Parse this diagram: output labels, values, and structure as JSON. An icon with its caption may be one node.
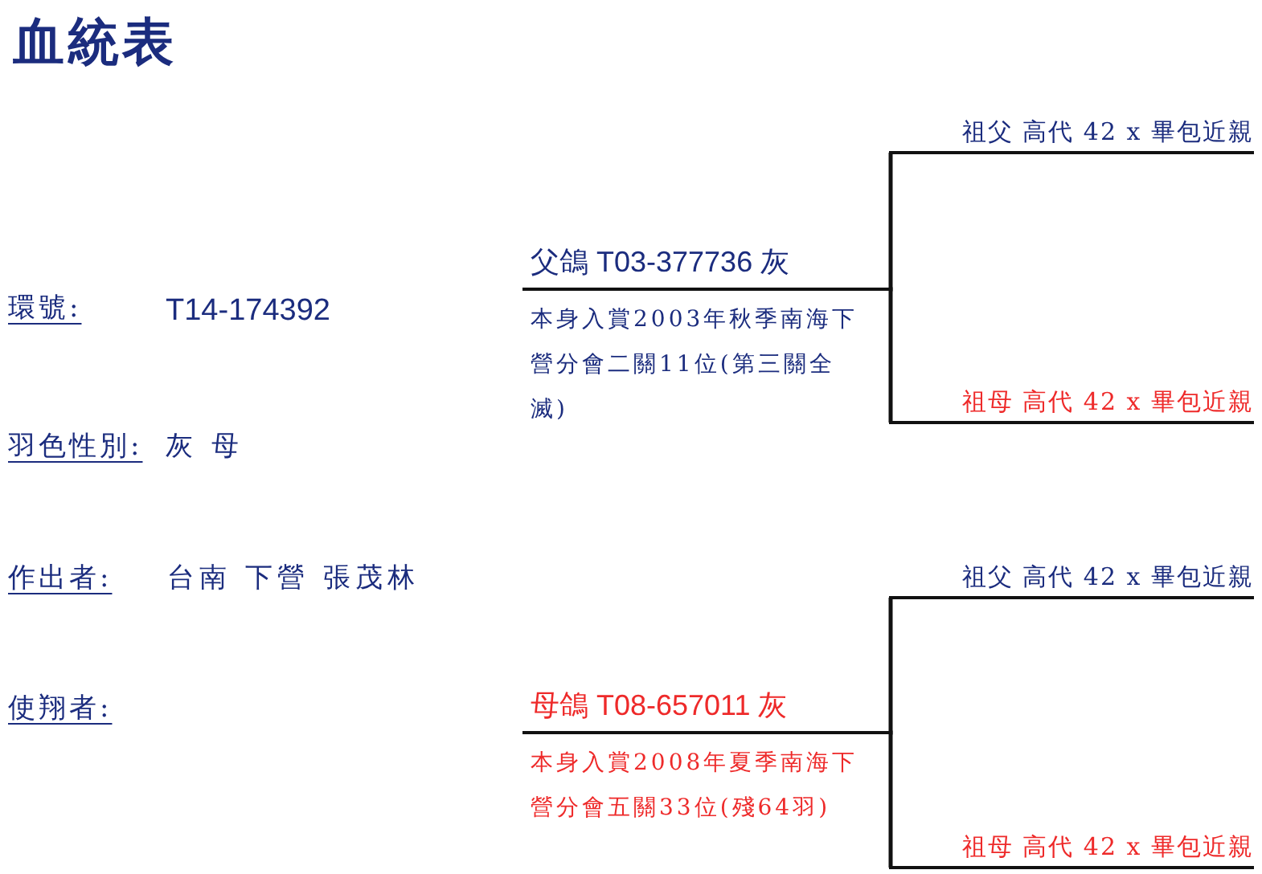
{
  "diagram": {
    "title": "血統表",
    "nodes": [
      {
        "text": [
          "父鴿 T03-377736 灰",
          "本身入賞2003年秋季南海下營分會二關11位(第三關全滅)"
        ]
      },
      {
        "text": [
          "祖父 高代 42 x 畢包近親"
        ]
      },
      {
        "text": [
          "祖母 高代 42 x 畢包近親"
        ]
      },
      {
        "text": [
          "母鴿 T08-657011 灰",
          "本身入賞2008年夏季南海下營分會五關33位(殘64羽)"
        ]
      },
      {
        "text": [
          "祖父 高代 42 x 畢包近親"
        ]
      },
      {
        "text": [
          "祖母 高代 42 x 畢包近親"
        ]
      }
    ],
    "edges": [
      {
        "from": 0,
        "to": 1,
        "arrow": "none"
      },
      {
        "from": 0,
        "to": 2,
        "arrow": "none"
      },
      {
        "from": 3,
        "to": 4,
        "arrow": "none"
      },
      {
        "from": 3,
        "to": 5,
        "arrow": "none"
      }
    ],
    "labels": [
      "環號:",
      "T14-174392",
      "羽色性別:",
      "灰 母",
      "作出者:",
      "台南 下營 張茂林",
      "使翔者:"
    ]
  }
}
